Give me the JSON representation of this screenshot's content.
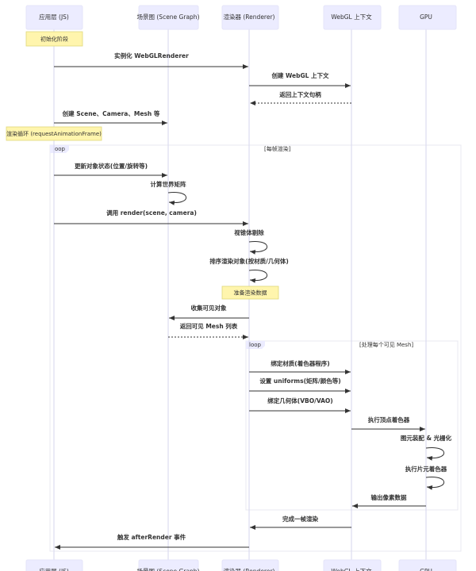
{
  "participants": [
    "应用层 (JS)",
    "场景图 (Scene Graph)",
    "渲染器 (Renderer)",
    "WebGL 上下文",
    "GPU"
  ],
  "notes": [
    {
      "over": 0,
      "text": "初始化阶段"
    },
    {
      "over": 0,
      "text": "渲染循环 (requestAnimationFrame)"
    },
    {
      "over": 2,
      "text": "准备渲染数据"
    }
  ],
  "loops": [
    {
      "keyword": "loop",
      "condition": "[每帧渲染]"
    },
    {
      "keyword": "loop",
      "condition": "[处理每个可见 Mesh]"
    }
  ],
  "messages": [
    {
      "from": 0,
      "to": 2,
      "text": "实例化 WebGLRenderer",
      "dashed": false
    },
    {
      "from": 2,
      "to": 3,
      "text": "创建 WebGL 上下文",
      "dashed": false
    },
    {
      "from": 3,
      "to": 2,
      "text": "返回上下文句柄",
      "dashed": true
    },
    {
      "from": 0,
      "to": 1,
      "text": "创建 Scene、Camera、Mesh 等",
      "dashed": false
    },
    {
      "from": 0,
      "to": 1,
      "text": "更新对象状态(位置/旋转等)",
      "dashed": false
    },
    {
      "from": 1,
      "to": 1,
      "text": "计算世界矩阵",
      "dashed": false
    },
    {
      "from": 0,
      "to": 2,
      "text": "调用 render(scene, camera)",
      "dashed": false
    },
    {
      "from": 2,
      "to": 2,
      "text": "视锥体剔除",
      "dashed": false
    },
    {
      "from": 2,
      "to": 2,
      "text": "排序渲染对象(按材质/几何体)",
      "dashed": false
    },
    {
      "from": 2,
      "to": 1,
      "text": "收集可见对象",
      "dashed": false
    },
    {
      "from": 1,
      "to": 2,
      "text": "返回可见 Mesh 列表",
      "dashed": true
    },
    {
      "from": 2,
      "to": 3,
      "text": "绑定材质(着色器程序)",
      "dashed": false
    },
    {
      "from": 2,
      "to": 3,
      "text": "设置 uniforms(矩阵/颜色等)",
      "dashed": false
    },
    {
      "from": 2,
      "to": 3,
      "text": "绑定几何体(VBO/VAO)",
      "dashed": false
    },
    {
      "from": 3,
      "to": 4,
      "text": "执行顶点着色器",
      "dashed": false
    },
    {
      "from": 4,
      "to": 4,
      "text": "图元装配 & 光栅化",
      "dashed": false
    },
    {
      "from": 4,
      "to": 4,
      "text": "执行片元着色器",
      "dashed": false
    },
    {
      "from": 4,
      "to": 3,
      "text": "输出像素数据",
      "dashed": false
    },
    {
      "from": 3,
      "to": 2,
      "text": "完成一帧渲染",
      "dashed": false
    },
    {
      "from": 2,
      "to": 0,
      "text": "触发 afterRender 事件",
      "dashed": false
    }
  ]
}
